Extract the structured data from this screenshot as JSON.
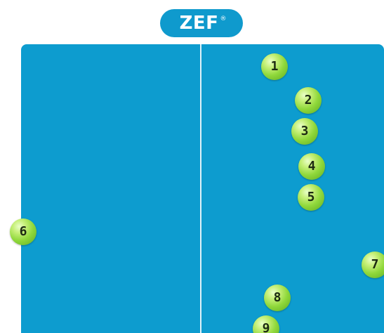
{
  "logo": {
    "text": "ZEF",
    "mark": "®"
  },
  "markers": [
    {
      "label": "1"
    },
    {
      "label": "2"
    },
    {
      "label": "3"
    },
    {
      "label": "4"
    },
    {
      "label": "5"
    },
    {
      "label": "6"
    },
    {
      "label": "7"
    },
    {
      "label": "8"
    },
    {
      "label": "9"
    }
  ],
  "colors": {
    "board": "#0d9ccf",
    "logo": "#0f9acd",
    "marker": "#90d83b"
  }
}
